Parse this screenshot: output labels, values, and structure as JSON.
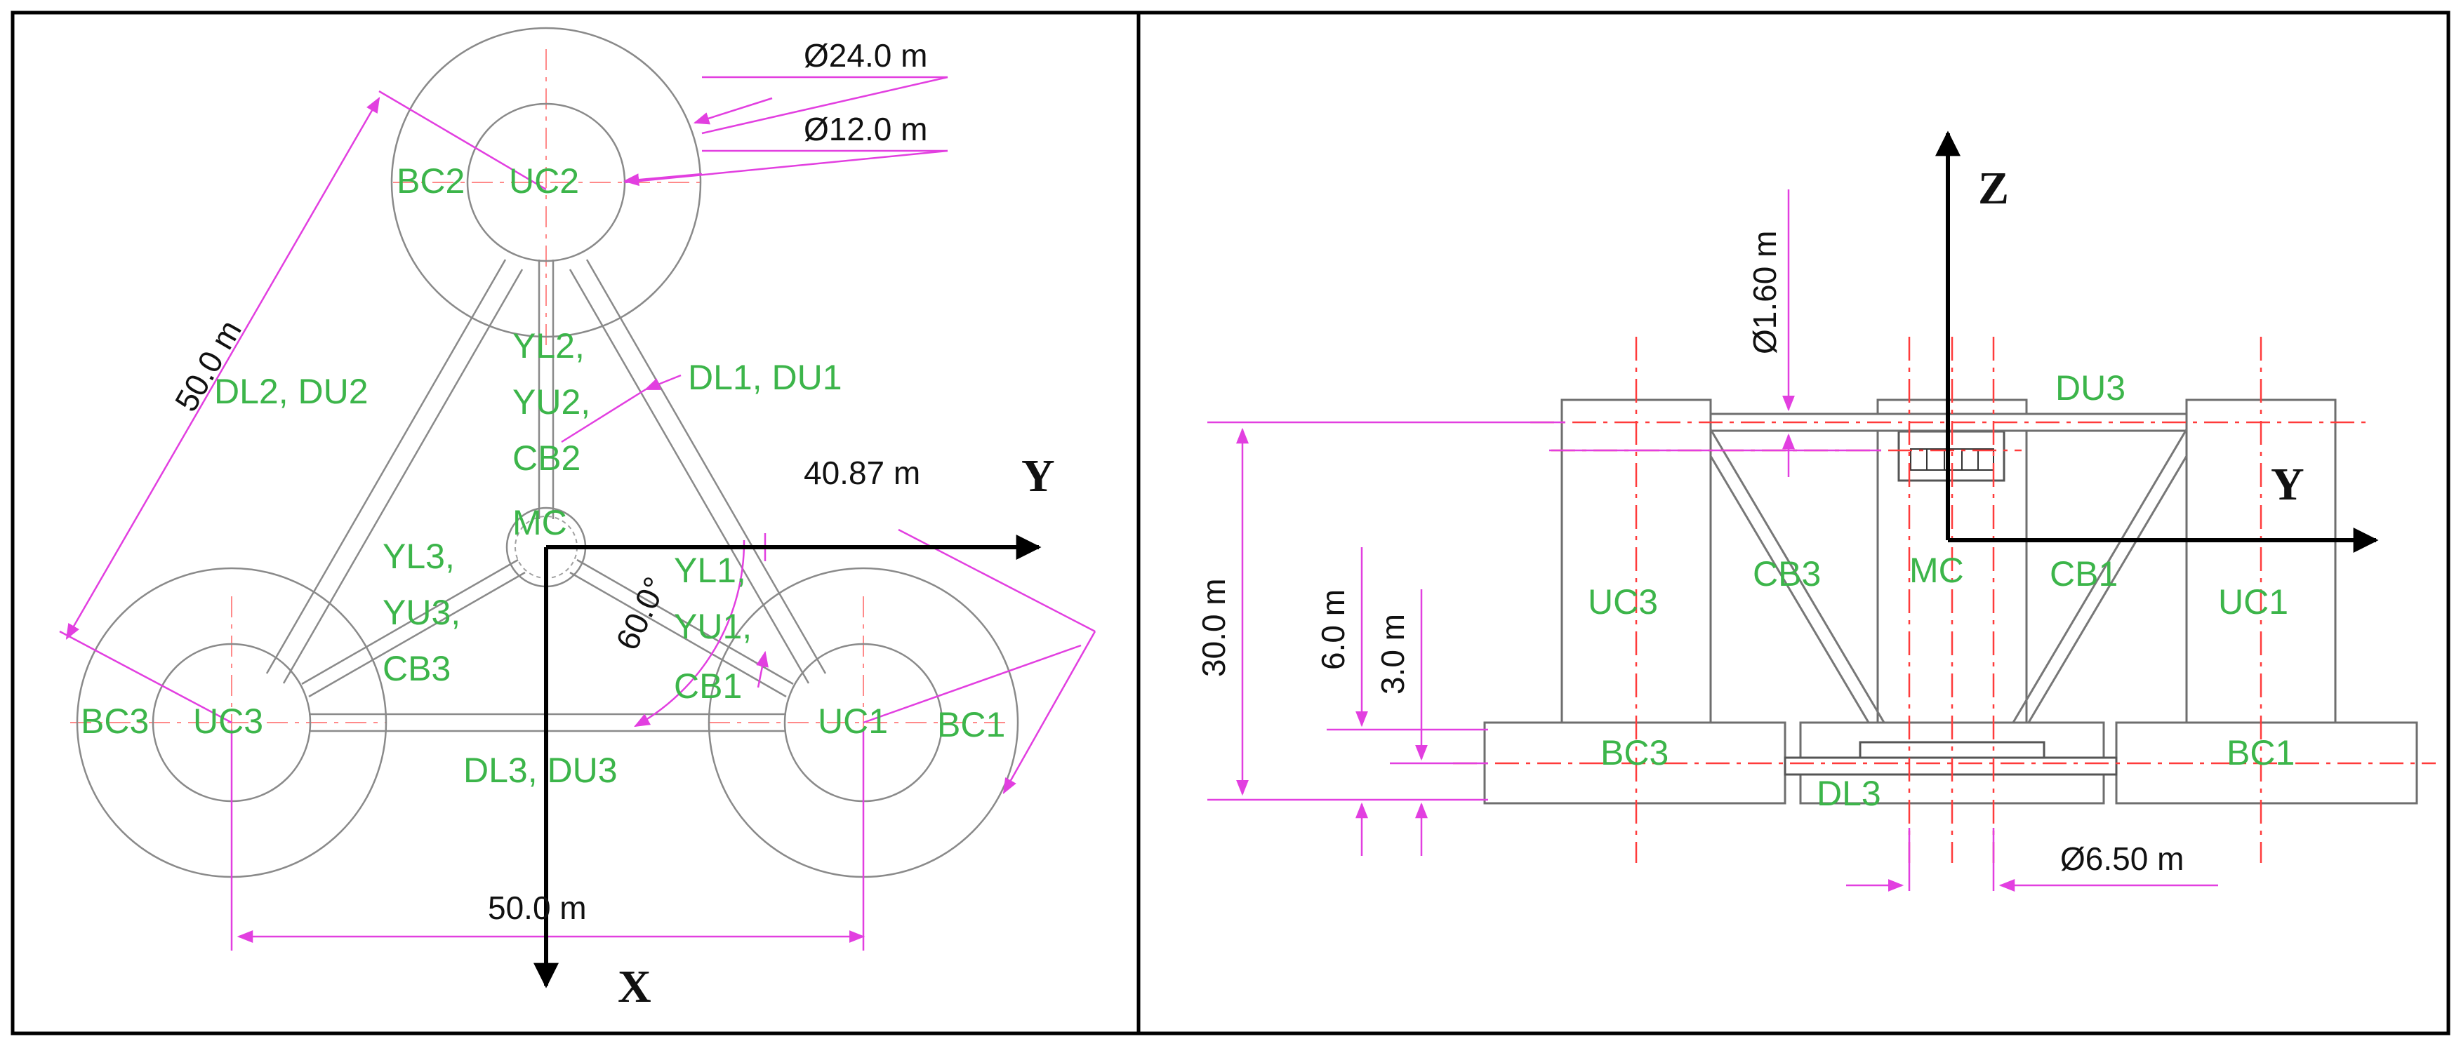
{
  "plan_view": {
    "dimensions": {
      "outer_dia": "Ø24.0 m",
      "inner_dia": "Ø12.0 m",
      "side_length_left": "50.0 m",
      "side_length_bottom": "50.0 m",
      "offset": "40.87 m",
      "angle": "60.0°"
    },
    "axes": {
      "y": "Y",
      "x": "X"
    },
    "labels": {
      "bc2": "BC2",
      "uc2": "UC2",
      "dl2_du2": "DL2, DU2",
      "dl1_du1": "DL1, DU1",
      "yl2": "YL2,",
      "yu2": "YU2,",
      "cb2": "CB2",
      "mc": "MC",
      "yl3": "YL3,",
      "yu3": "YU3,",
      "cb3": "CB3",
      "yl1": "YL1,",
      "yu1": "YU1,",
      "cb1": "CB1",
      "bc3": "BC3",
      "uc3": "UC3",
      "uc1": "UC1",
      "bc1": "BC1",
      "dl3_du3": "DL3, DU3"
    }
  },
  "elevation_view": {
    "dimensions": {
      "brace_dia": "Ø1.60 m",
      "height": "30.0 m",
      "depth1": "6.0 m",
      "depth2": "3.0 m",
      "pontoon_dia": "Ø6.50 m"
    },
    "axes": {
      "z": "Z",
      "y": "Y"
    },
    "labels": {
      "du3": "DU3",
      "uc3": "UC3",
      "cb3": "CB3",
      "mc": "MC",
      "cb1": "CB1",
      "uc1": "UC1",
      "bc3": "BC3",
      "bc1": "BC1",
      "dl3": "DL3"
    }
  },
  "colors": {
    "label_green": "#3cb54a",
    "dimension_magenta": "#e23fe0",
    "centerline_red": "#ff3b3b",
    "structure_gray": "#8a8a8a"
  }
}
